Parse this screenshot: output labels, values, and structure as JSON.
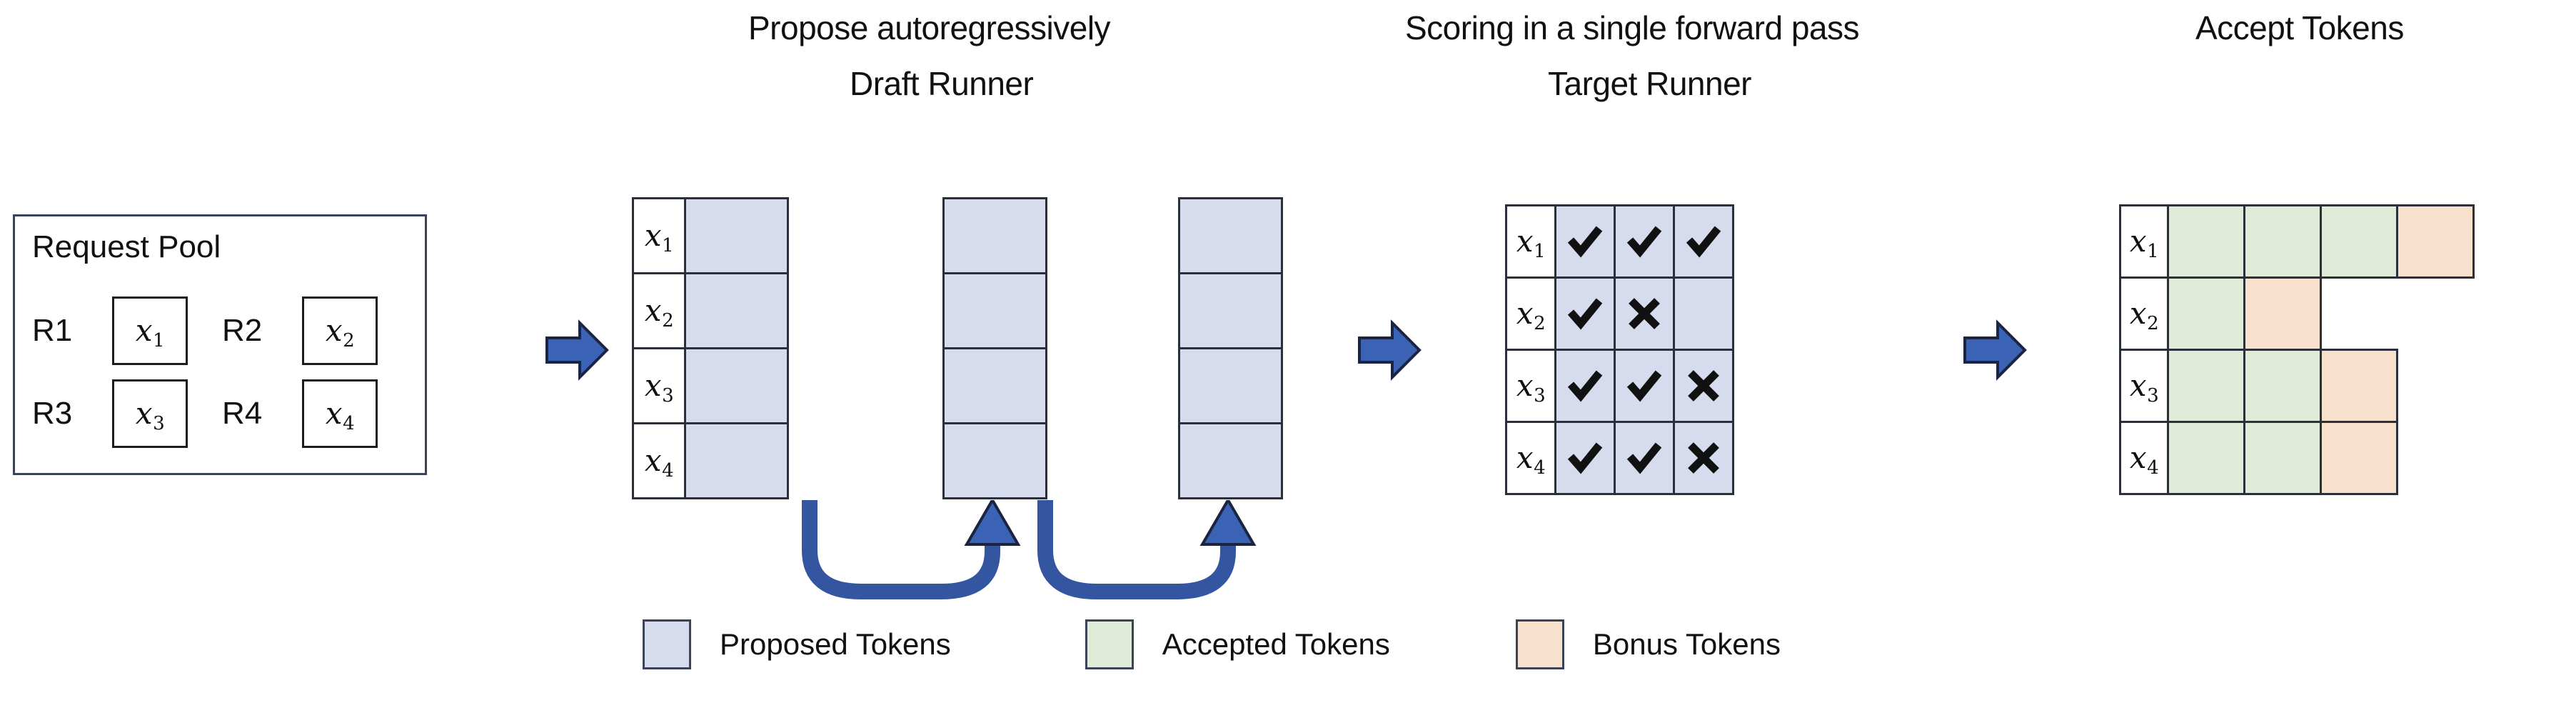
{
  "stages": {
    "request_pool": {
      "title": "Request Pool",
      "requests": [
        {
          "label": "R1",
          "token": "x",
          "sub": "1"
        },
        {
          "label": "R2",
          "token": "x",
          "sub": "2"
        },
        {
          "label": "R3",
          "token": "x",
          "sub": "3"
        },
        {
          "label": "R4",
          "token": "x",
          "sub": "4"
        }
      ]
    },
    "draft": {
      "caption": "Propose autoregressively",
      "title": "Draft Runner",
      "row_labels": [
        {
          "token": "x",
          "sub": "1"
        },
        {
          "token": "x",
          "sub": "2"
        },
        {
          "token": "x",
          "sub": "3"
        },
        {
          "token": "x",
          "sub": "4"
        }
      ],
      "columns": 3,
      "cell_kind": "blue",
      "loop_arrow_count": 2
    },
    "target": {
      "caption": "Scoring in a single forward pass",
      "title": "Target Runner",
      "row_labels": [
        {
          "token": "x",
          "sub": "1"
        },
        {
          "token": "x",
          "sub": "2"
        },
        {
          "token": "x",
          "sub": "3"
        },
        {
          "token": "x",
          "sub": "4"
        }
      ],
      "matrix": [
        [
          "check",
          "check",
          "check"
        ],
        [
          "check",
          "cross",
          "empty"
        ],
        [
          "check",
          "check",
          "cross"
        ],
        [
          "check",
          "check",
          "cross"
        ]
      ]
    },
    "accept": {
      "title": "Accept Tokens",
      "row_labels": [
        {
          "token": "x",
          "sub": "1"
        },
        {
          "token": "x",
          "sub": "2"
        },
        {
          "token": "x",
          "sub": "3"
        },
        {
          "token": "x",
          "sub": "4"
        }
      ],
      "matrix": [
        [
          "green",
          "green",
          "green",
          "orange"
        ],
        [
          "green",
          "orange"
        ],
        [
          "green",
          "green",
          "orange"
        ],
        [
          "green",
          "green",
          "orange"
        ]
      ]
    }
  },
  "legend": [
    {
      "label": "Proposed Tokens",
      "color": "#d6dcee",
      "kind": "blue"
    },
    {
      "label": "Accepted Tokens",
      "color": "#dfebd7",
      "kind": "green"
    },
    {
      "label": "Bonus Tokens",
      "color": "#f7e1cd",
      "kind": "orange"
    }
  ],
  "icons": {
    "check": "check-icon",
    "cross": "cross-icon",
    "stage_arrow": "right-block-arrow-icon",
    "loop_arrow": "u-turn-arrow-icon"
  },
  "colors": {
    "proposed": "#d6dcee",
    "accepted": "#dfebd7",
    "bonus": "#f7e1cd",
    "arrow_blue": "#3a62b5",
    "border": "#2b2f3a",
    "background": "#ffffff"
  }
}
